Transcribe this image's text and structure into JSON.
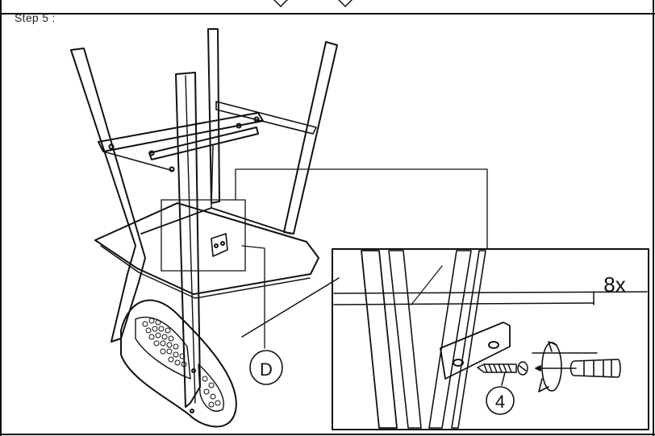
{
  "step": {
    "label": "Step 5 :"
  },
  "callouts": {
    "part_d": "D",
    "screw_id": "4",
    "quantity": "8x"
  }
}
